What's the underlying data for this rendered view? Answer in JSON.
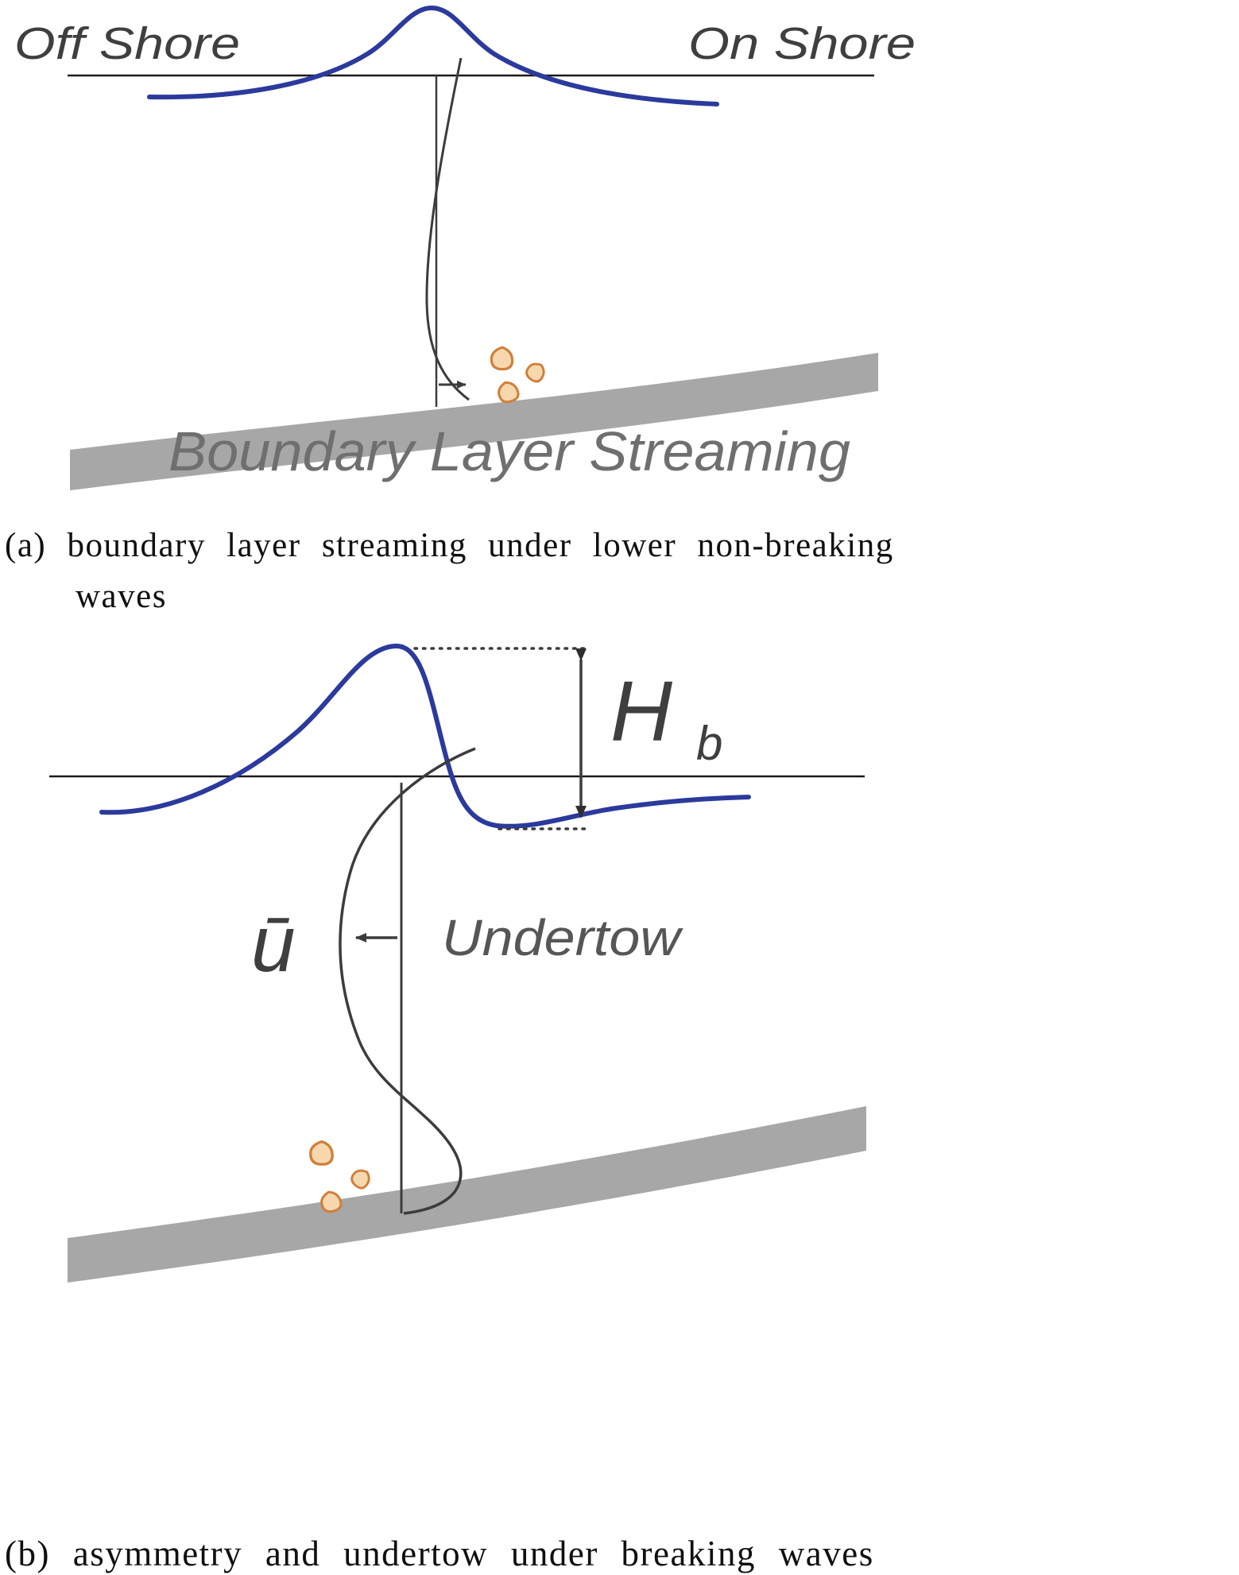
{
  "colors": {
    "wave_blue": "#2b3a9c",
    "seabed_gray": "#a7a7a7",
    "line_dark": "#3c3c3c",
    "water_line": "#1a1a1a",
    "shore_label_gray": "#3f3f3f",
    "streaming_gray": "#6f6f6f",
    "undertow_gray": "#565656",
    "grain_fill": "#f7d8ae",
    "grain_stroke": "#d07f3a",
    "caption_black": "#101010"
  },
  "panel_a": {
    "offshore_label": "Off Shore",
    "onshore_label": "On Shore",
    "streaming_label": "Boundary Layer Streaming",
    "caption_line1": "(a) boundary layer streaming under lower non-breaking",
    "caption_line2": "waves"
  },
  "panel_b": {
    "wave_height_symbol": "H",
    "wave_height_subscript": "b",
    "mean_velocity_symbol": "ū",
    "undertow_label": "Undertow",
    "caption": "(b) asymmetry and undertow under breaking waves"
  }
}
